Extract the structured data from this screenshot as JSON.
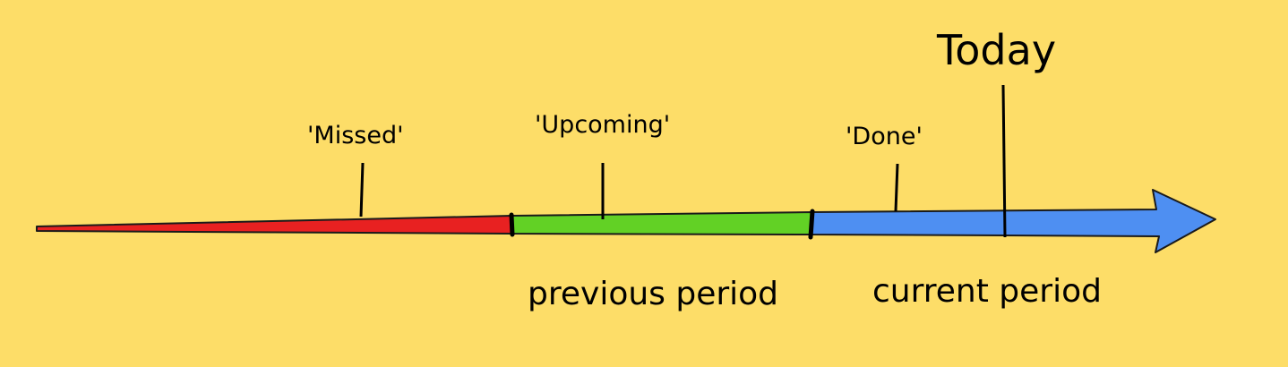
{
  "diagram": {
    "labels": {
      "today": "Today",
      "missed": "'Missed'",
      "upcoming": "'Upcoming'",
      "done": "'Done'",
      "previous_period": "previous period",
      "current_period": "current period"
    },
    "segments": [
      {
        "name": "missed",
        "color": "#E82121"
      },
      {
        "name": "previous-period",
        "color": "#62D125"
      },
      {
        "name": "current-period",
        "color": "#4E8FF2"
      }
    ],
    "outline_color": "#1A1A1A",
    "background_color": "#FDDD68"
  }
}
